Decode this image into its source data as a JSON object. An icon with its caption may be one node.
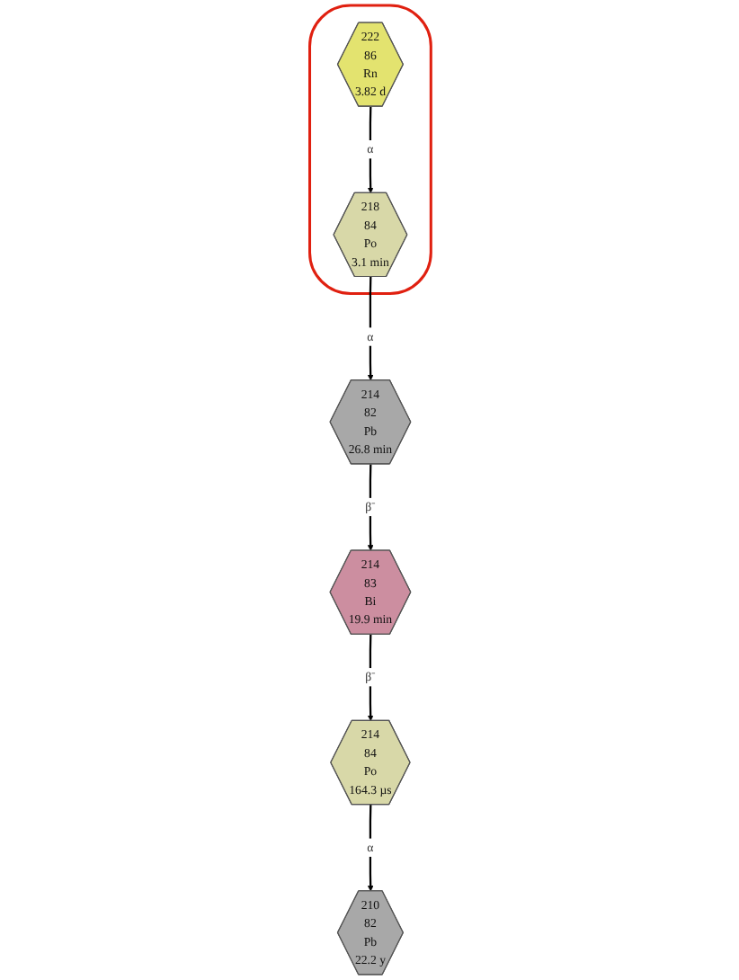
{
  "diagram": {
    "nodes": [
      {
        "text": [],
        "shape": "ellipse"
      },
      {
        "text": [
          "222",
          "86",
          "Rn",
          "3.82 d"
        ],
        "in": 0
      },
      {
        "text": [
          "218",
          "84",
          "Po",
          "3.1 min"
        ],
        "in": 0
      },
      {
        "text": [
          "214",
          "82",
          "Pb",
          "26.8 min"
        ]
      },
      {
        "text": [
          "214",
          "83",
          "Bi",
          "19.9 min"
        ]
      },
      {
        "text": [
          "214",
          "84",
          "Po",
          "164.3 µs"
        ]
      },
      {
        "text": [
          "210",
          "82",
          "Pb",
          "22.2 y"
        ]
      }
    ],
    "edges": [
      {
        "from": 1,
        "to": 2,
        "arrow": "to",
        "label": "α"
      },
      {
        "from": 2,
        "to": 3,
        "arrow": "to",
        "label": "α"
      },
      {
        "from": 3,
        "to": 4,
        "arrow": "to",
        "label": "β⁻"
      },
      {
        "from": 4,
        "to": 5,
        "arrow": "to",
        "label": "β⁻"
      },
      {
        "from": 5,
        "to": 6,
        "arrow": "to",
        "label": "α"
      }
    ]
  }
}
